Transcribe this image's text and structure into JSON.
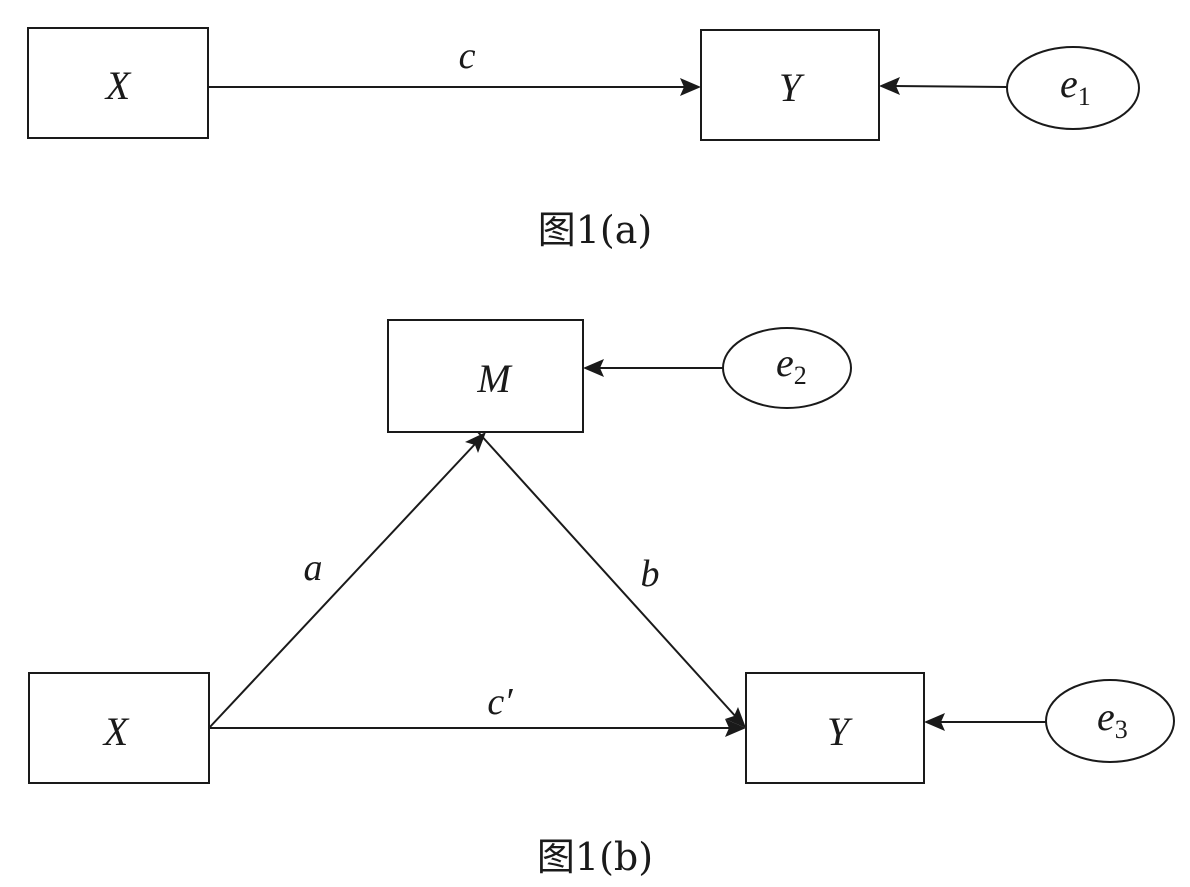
{
  "colors": {
    "stroke": "#1a1a1a",
    "background": "#ffffff"
  },
  "figure_a": {
    "caption": "图1(a)",
    "nodes": {
      "x": {
        "label": "X"
      },
      "y": {
        "label": "Y"
      },
      "e1": {
        "label": "e",
        "sub": "1"
      }
    },
    "edges": {
      "x_to_y": {
        "label": "c"
      }
    }
  },
  "figure_b": {
    "caption": "图1(b)",
    "nodes": {
      "m": {
        "label": "M"
      },
      "x": {
        "label": "X"
      },
      "y": {
        "label": "Y"
      },
      "e2": {
        "label": "e",
        "sub": "2"
      },
      "e3": {
        "label": "e",
        "sub": "3"
      }
    },
    "edges": {
      "x_to_m": {
        "label": "a"
      },
      "m_to_y": {
        "label": "b"
      },
      "x_to_y": {
        "label": "c′"
      }
    }
  }
}
